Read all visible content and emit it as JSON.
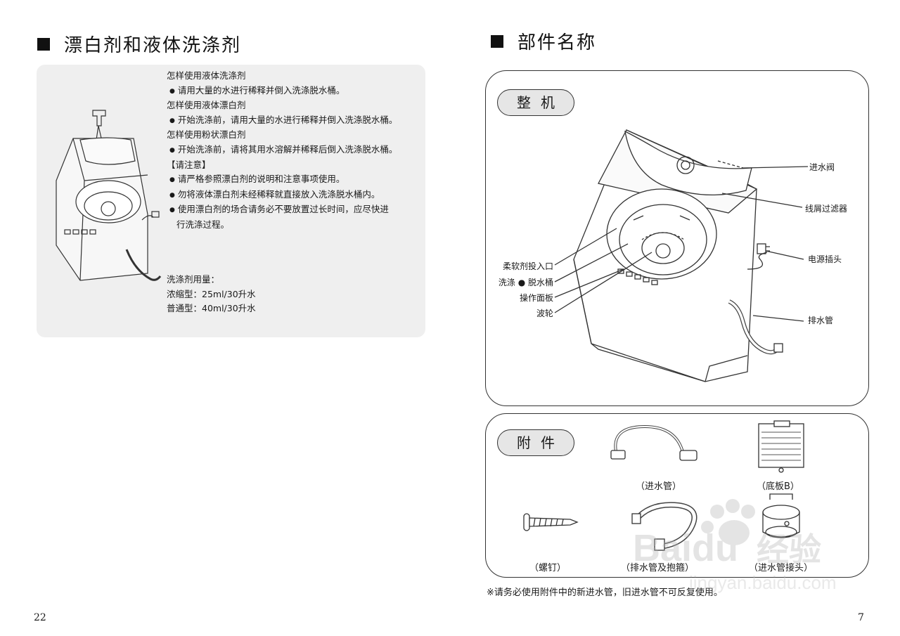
{
  "left": {
    "title": "漂白剂和液体洗涤剂",
    "instructions": [
      {
        "kind": "head",
        "text": "怎样使用液体洗涤剂"
      },
      {
        "kind": "bullet",
        "text": "请用大量的水进行稀释并倒入洗涤脱水桶。"
      },
      {
        "kind": "head",
        "text": "怎样使用液体漂白剂"
      },
      {
        "kind": "bullet",
        "text": "开始洗涤前，请用大量的水进行稀释并倒入洗涤脱水桶。"
      },
      {
        "kind": "head",
        "text": "怎样使用粉状漂白剂"
      },
      {
        "kind": "bullet",
        "text": "开始洗涤前，请将其用水溶解并稀释后倒入洗涤脱水桶。"
      },
      {
        "kind": "head",
        "text": "【请注意】"
      },
      {
        "kind": "bullet",
        "text": "请严格参照漂白剂的说明和注意事项使用。"
      },
      {
        "kind": "bullet",
        "text": "勿将液体漂白剂未经稀释就直接放入洗涤脱水桶内。"
      },
      {
        "kind": "bullet",
        "text": "使用漂白剂的场合请务必不要放置过长时间，应尽快进"
      },
      {
        "kind": "cont",
        "text": "行洗涤过程。"
      }
    ],
    "dosage": {
      "heading": "洗涤剂用量：",
      "concentrated": "浓缩型：25ml/30升水",
      "regular": "普通型：40ml/30升水"
    },
    "page_number": "22"
  },
  "right": {
    "title": "部件名称",
    "unit": {
      "label": "整机",
      "parts_right": [
        "进水阀",
        "线屑过滤器",
        "电源插头",
        "排水管"
      ],
      "parts_left": [
        "柔软剂投入口",
        "洗涤 ● 脱水桶",
        "操作面板",
        "波轮"
      ]
    },
    "accessories": {
      "label": "附件",
      "items": [
        "（进水管）",
        "（底板B）",
        "（螺钉）",
        "（排水管及抱箍）",
        "（进水管接头）"
      ]
    },
    "note": "※请务必使用附件中的新进水管，旧进水管不可反复使用。",
    "page_number": "7"
  },
  "watermark": {
    "brand": "Baidu",
    "suffix": "经验",
    "url": "jingyan.baidu.com"
  }
}
